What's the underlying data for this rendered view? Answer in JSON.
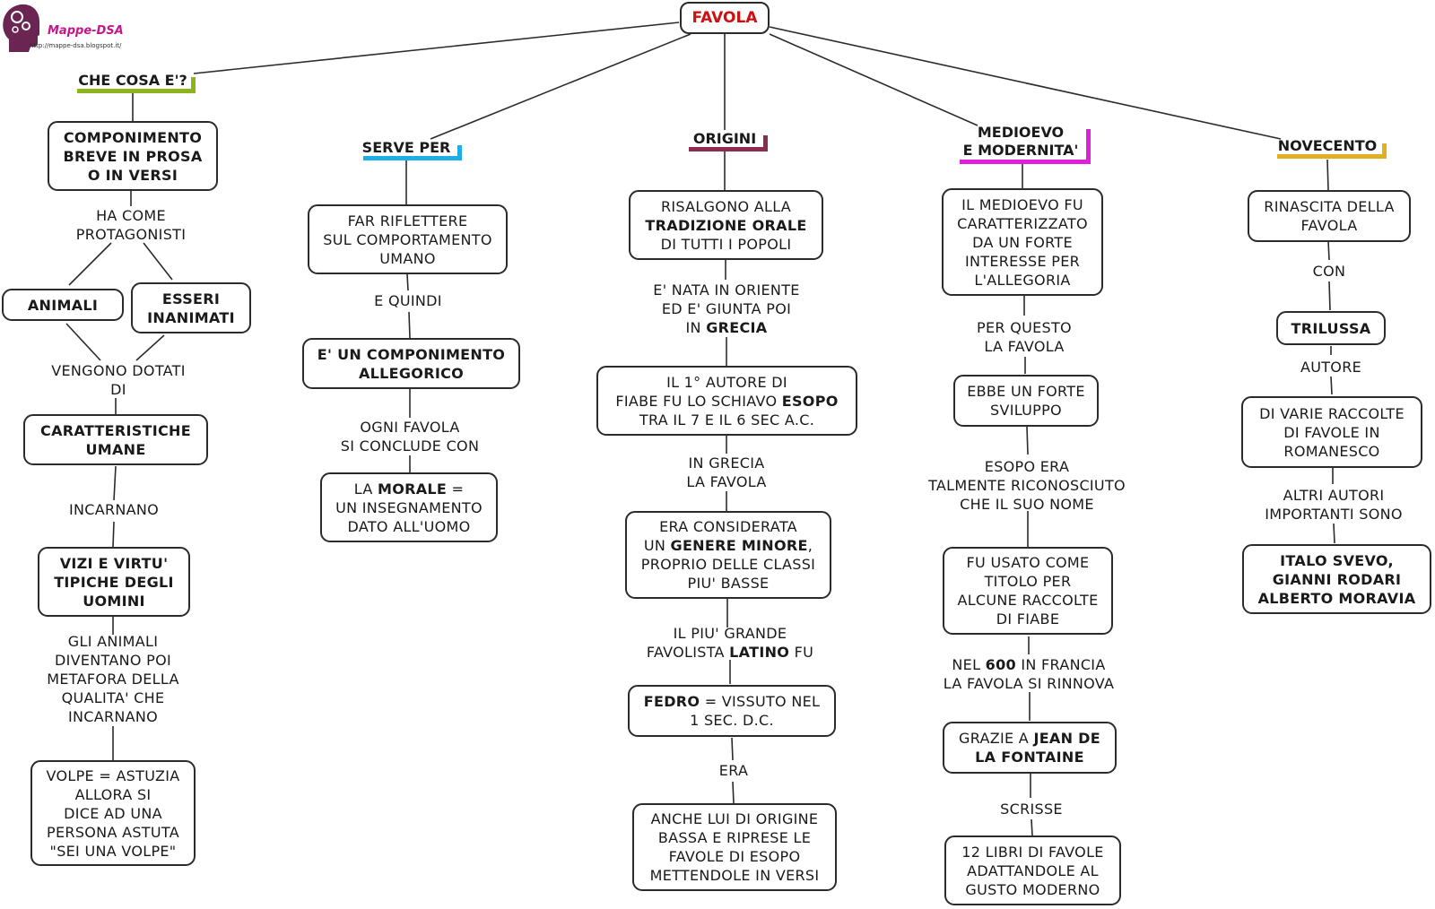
{
  "logo": {
    "name": "Mappe-DSA",
    "url": "http://mappe-dsa.blogspot.it/"
  },
  "root": "FAVOLA",
  "categories": {
    "cosa": {
      "title": "CHE COSA E'?",
      "color": "#8cb51c"
    },
    "serve": {
      "title": "SERVE PER",
      "color": "#1eaee6"
    },
    "origini": {
      "title": "ORIGINI",
      "color": "#8c2c52"
    },
    "medioevo": {
      "title_1": "MEDIOEVO",
      "title_2": "E MODERNITA'",
      "color": "#e020d8"
    },
    "novecento": {
      "title": "NOVECENTO",
      "color": "#e0b020"
    }
  },
  "col1": {
    "n1": "COMPONIMENTO BREVE IN PROSA O IN VERSI",
    "l1_a": "HA COME",
    "l1_b": "PROTAGONISTI",
    "animali": "ANIMALI",
    "esseri": "ESSERI INANIMATI",
    "l2_a": "VENGONO DOTATI",
    "l2_b": "DI",
    "n2": "CARATTERISTICHE UMANE",
    "l3": "INCARNANO",
    "n3": "VIZI E VIRTU' TIPICHE DEGLI UOMINI",
    "l4_a": "GLI ANIMALI",
    "l4_b": "DIVENTANO POI",
    "l4_c": "METAFORA DELLA",
    "l4_d": "QUALITA' CHE",
    "l4_e": "INCARNANO",
    "n4_a": "VOLPE = ASTUZIA",
    "n4_b": "ALLORA SI",
    "n4_c": "DICE AD UNA",
    "n4_d": "PERSONA ASTUTA",
    "n4_e": "\"SEI UNA VOLPE\""
  },
  "col2": {
    "n1_a": "FAR RIFLETTERE",
    "n1_b": "SUL COMPORTAMENTO",
    "n1_c": "UMANO",
    "l1": "E QUINDI",
    "n2": "E' UN COMPONIMENTO ALLEGORICO",
    "l2_a": "OGNI FAVOLA",
    "l2_b": "SI CONCLUDE CON",
    "n3_pre": "LA ",
    "n3_bold": "MORALE",
    "n3_post": " =",
    "n3_b": "UN INSEGNAMENTO",
    "n3_c": "DATO ALL'UOMO"
  },
  "col3": {
    "n1_a": "RISALGONO ALLA",
    "n1_b": "TRADIZIONE ORALE",
    "n1_c": "DI TUTTI I POPOLI",
    "l1_a": "E' NATA IN ORIENTE",
    "l1_b": "ED E' GIUNTA POI",
    "l1_c_pre": "IN ",
    "l1_c_bold": "GRECIA",
    "n2_a": "IL 1° AUTORE DI",
    "n2_b_pre": "FIABE FU LO SCHIAVO ",
    "n2_b_bold": "ESOPO",
    "n2_c": "TRA IL 7 E IL 6 SEC A.C.",
    "l2_a": "IN GRECIA",
    "l2_b": "LA FAVOLA",
    "n3_a": "ERA CONSIDERATA",
    "n3_b_pre": "UN ",
    "n3_b_bold": "GENERE MINORE",
    "n3_b_post": ",",
    "n3_c": "PROPRIO DELLE CLASSI",
    "n3_d": "PIU' BASSE",
    "l3_a": "IL PIU' GRANDE",
    "l3_b_pre": "FAVOLISTA ",
    "l3_b_bold": "LATINO",
    "l3_b_post": " FU",
    "n4_bold": "FEDRO",
    "n4_a_post": " = VISSUTO NEL",
    "n4_b": "1 SEC. D.C.",
    "l4": "ERA",
    "n5_a": "ANCHE LUI DI ORIGINE",
    "n5_b": "BASSA E RIPRESE LE",
    "n5_c": "FAVOLE DI ESOPO",
    "n5_d": "METTENDOLE IN VERSI"
  },
  "col4": {
    "n1_a": "IL MEDIOEVO FU",
    "n1_b": "CARATTERIZZATO",
    "n1_c": "DA UN FORTE",
    "n1_d": "INTERESSE PER",
    "n1_e": "L'ALLEGORIA",
    "l1_a": "PER QUESTO",
    "l1_b": "LA FAVOLA",
    "n2_a": "EBBE UN FORTE",
    "n2_b": "SVILUPPO",
    "l2_a": "ESOPO ERA",
    "l2_b": "TALMENTE RICONOSCIUTO",
    "l2_c": "CHE IL SUO NOME",
    "n3_a": "FU USATO COME",
    "n3_b": "TITOLO PER",
    "n3_c": "ALCUNE RACCOLTE",
    "n3_d": "DI FIABE",
    "l3_a_pre": "NEL ",
    "l3_a_bold": "600",
    "l3_a_post": " IN FRANCIA",
    "l3_b": "LA FAVOLA SI RINNOVA",
    "n4_a_pre": "GRAZIE A ",
    "n4_a_bold": "JEAN DE",
    "n4_b_bold": "LA FONTAINE",
    "l4": "SCRISSE",
    "n5_a": "12 LIBRI DI FAVOLE",
    "n5_b": "ADATTANDOLE AL",
    "n5_c": "GUSTO MODERNO"
  },
  "col5": {
    "n1_a": "RINASCITA DELLA",
    "n1_b": "FAVOLA",
    "l1": "CON",
    "n2": "TRILUSSA",
    "l2": "AUTORE",
    "n3_a": "DI VARIE RACCOLTE",
    "n3_b": "DI FAVOLE IN",
    "n3_c": "ROMANESCO",
    "l3_a": "ALTRI AUTORI",
    "l3_b": "IMPORTANTI SONO",
    "n4_a": "ITALO SVEVO,",
    "n4_b": "GIANNI RODARI",
    "n4_c": "ALBERTO MORAVIA"
  }
}
